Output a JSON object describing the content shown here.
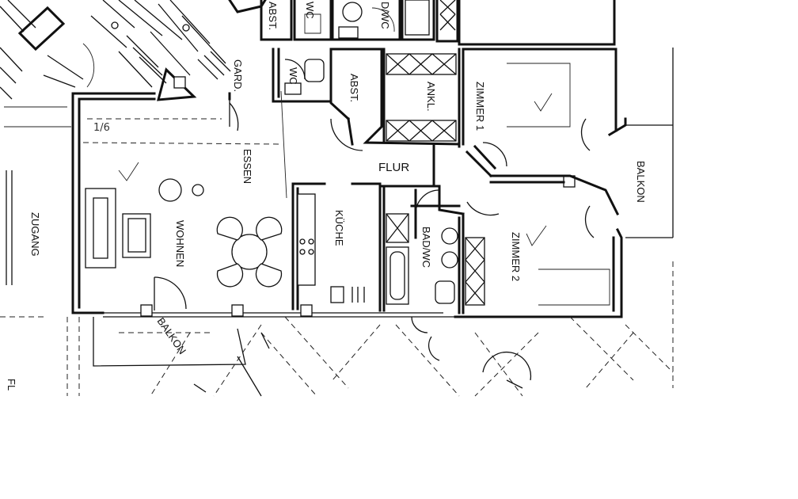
{
  "plan": {
    "rooms": {
      "wohnen": "WOHNEN",
      "essen": "ESSEN",
      "kueche": "KÜCHE",
      "flur": "FLUR",
      "abst_top": "ABST.",
      "abst": "ABST.",
      "ankl": "ANKL.",
      "zimmer1": "ZIMMER 1",
      "zimmer2": "ZIMMER 2",
      "bad_wc": "BAD/WC",
      "bad_wc_top": "D/WC",
      "wc": "WC",
      "wc_top": "WC",
      "gard": "GARD.",
      "balkon_right": "BALKON",
      "balkon_bottom": "BALKON",
      "zugang": "ZUGANG",
      "fl": "FL"
    },
    "annotations": {
      "handwritten_number": "1/6"
    }
  }
}
